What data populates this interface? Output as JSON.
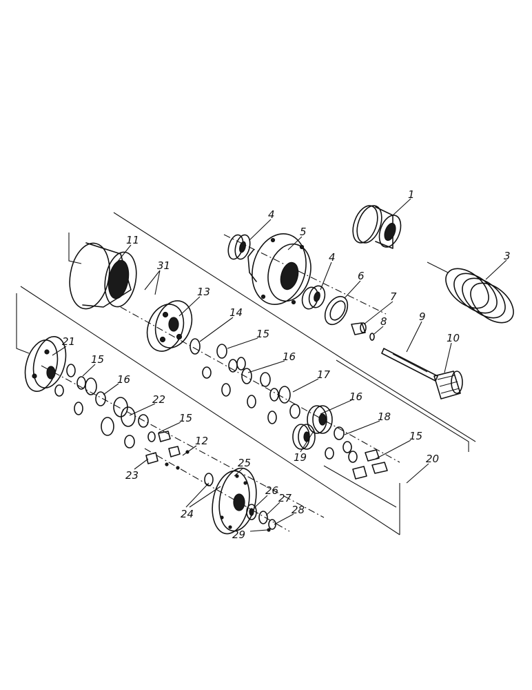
{
  "diagram": {
    "callouts": [
      {
        "id": "c1",
        "text": "1"
      },
      {
        "id": "c3",
        "text": "3"
      },
      {
        "id": "c4a",
        "text": "4"
      },
      {
        "id": "c4b",
        "text": "4"
      },
      {
        "id": "c5",
        "text": "5"
      },
      {
        "id": "c6",
        "text": "6"
      },
      {
        "id": "c7",
        "text": "7"
      },
      {
        "id": "c8",
        "text": "8"
      },
      {
        "id": "c9",
        "text": "9"
      },
      {
        "id": "c10",
        "text": "10"
      },
      {
        "id": "c11",
        "text": "11"
      },
      {
        "id": "c12",
        "text": "12"
      },
      {
        "id": "c13",
        "text": "13"
      },
      {
        "id": "c14",
        "text": "14"
      },
      {
        "id": "c15a",
        "text": "15"
      },
      {
        "id": "c15b",
        "text": "15"
      },
      {
        "id": "c15c",
        "text": "15"
      },
      {
        "id": "c15d",
        "text": "15"
      },
      {
        "id": "c16a",
        "text": "16"
      },
      {
        "id": "c16b",
        "text": "16"
      },
      {
        "id": "c16c",
        "text": "16"
      },
      {
        "id": "c17",
        "text": "17"
      },
      {
        "id": "c18",
        "text": "18"
      },
      {
        "id": "c19",
        "text": "19"
      },
      {
        "id": "c20",
        "text": "20"
      },
      {
        "id": "c21",
        "text": "21"
      },
      {
        "id": "c22",
        "text": "22"
      },
      {
        "id": "c23",
        "text": "23"
      },
      {
        "id": "c24",
        "text": "24"
      },
      {
        "id": "c25",
        "text": "25"
      },
      {
        "id": "c26",
        "text": "26"
      },
      {
        "id": "c27",
        "text": "27"
      },
      {
        "id": "c28",
        "text": "28"
      },
      {
        "id": "c29",
        "text": "29"
      },
      {
        "id": "c31",
        "text": "31"
      }
    ]
  }
}
